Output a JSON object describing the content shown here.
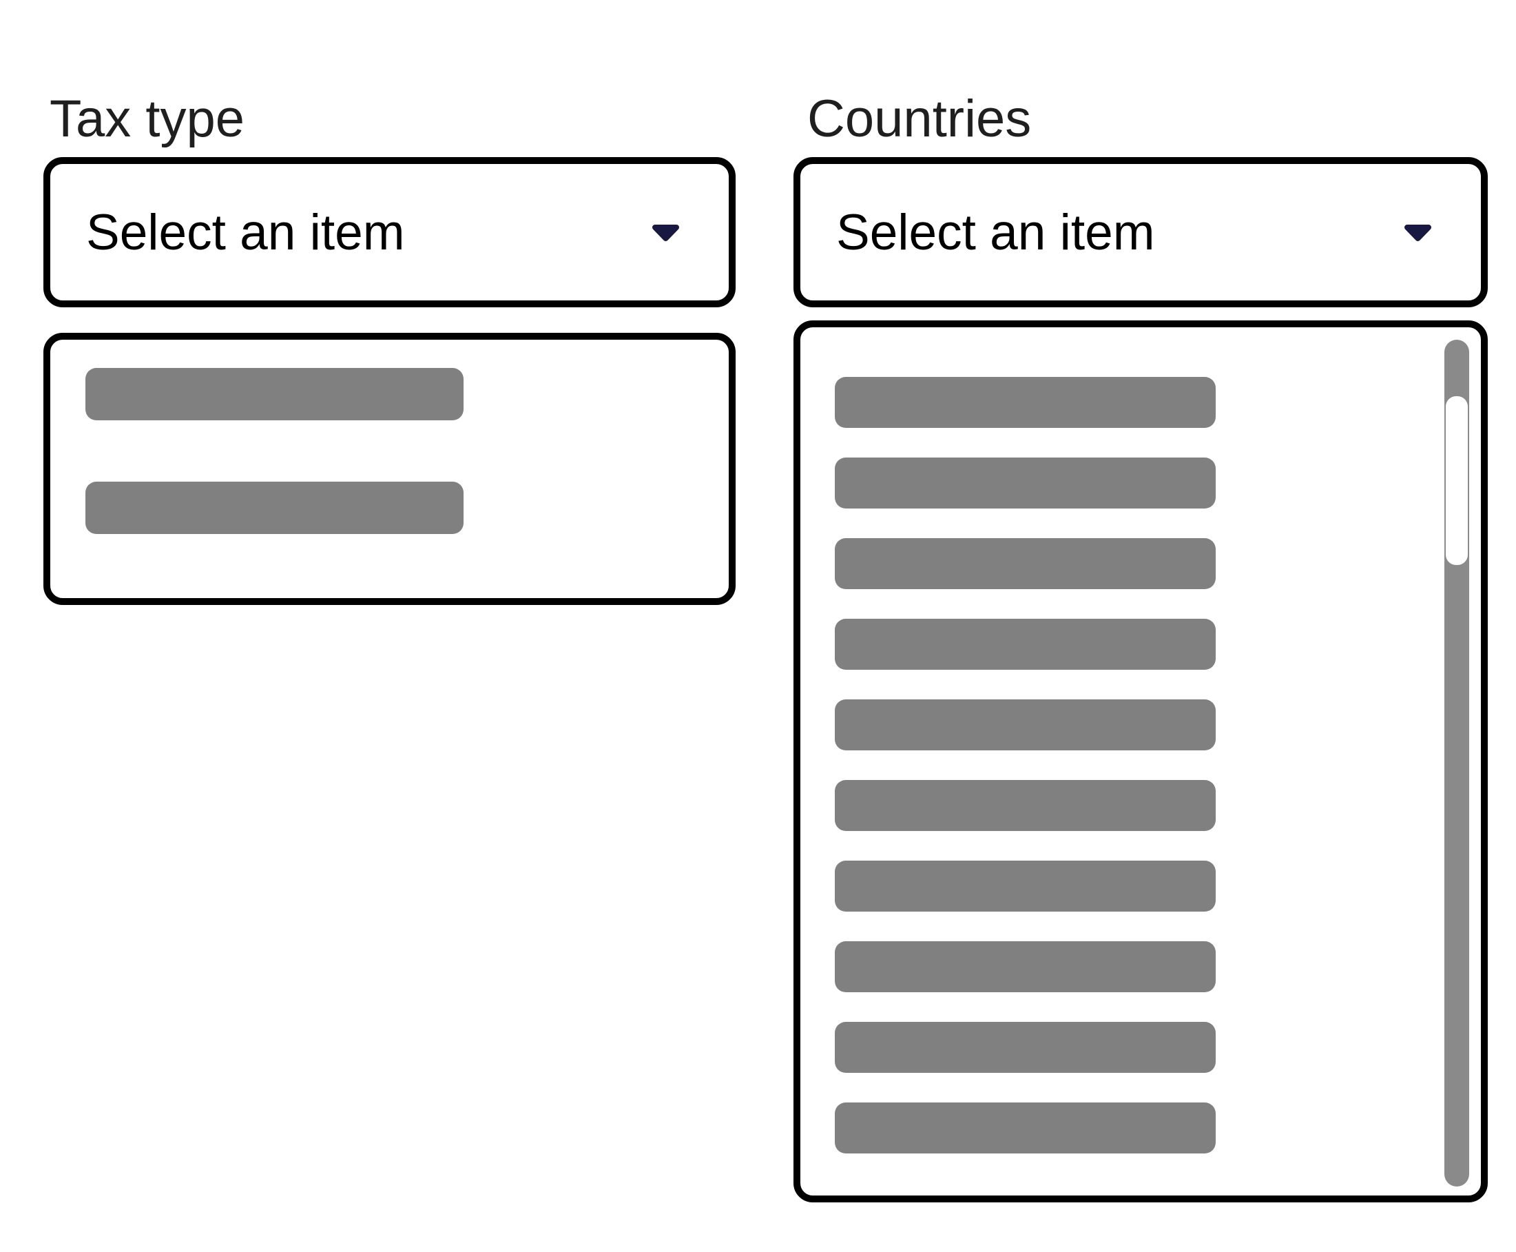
{
  "form": {
    "tax_type": {
      "label": "Tax type",
      "placeholder": "Select an item",
      "redacted_option_count": 2
    },
    "countries": {
      "label": "Countries",
      "placeholder": "Select an item",
      "redacted_option_count": 10,
      "has_scrollbar": true
    }
  },
  "icons": {
    "dropdown_caret": "chevron-down"
  },
  "colors": {
    "background": "#ffffff",
    "border": "#000000",
    "caret": "#181840",
    "redacted_bar": "#808080",
    "scrollbar_track": "#8a8a8a",
    "scrollbar_thumb": "#ffffff",
    "label_text": "#1f1f1f",
    "value_text": "#000000"
  }
}
